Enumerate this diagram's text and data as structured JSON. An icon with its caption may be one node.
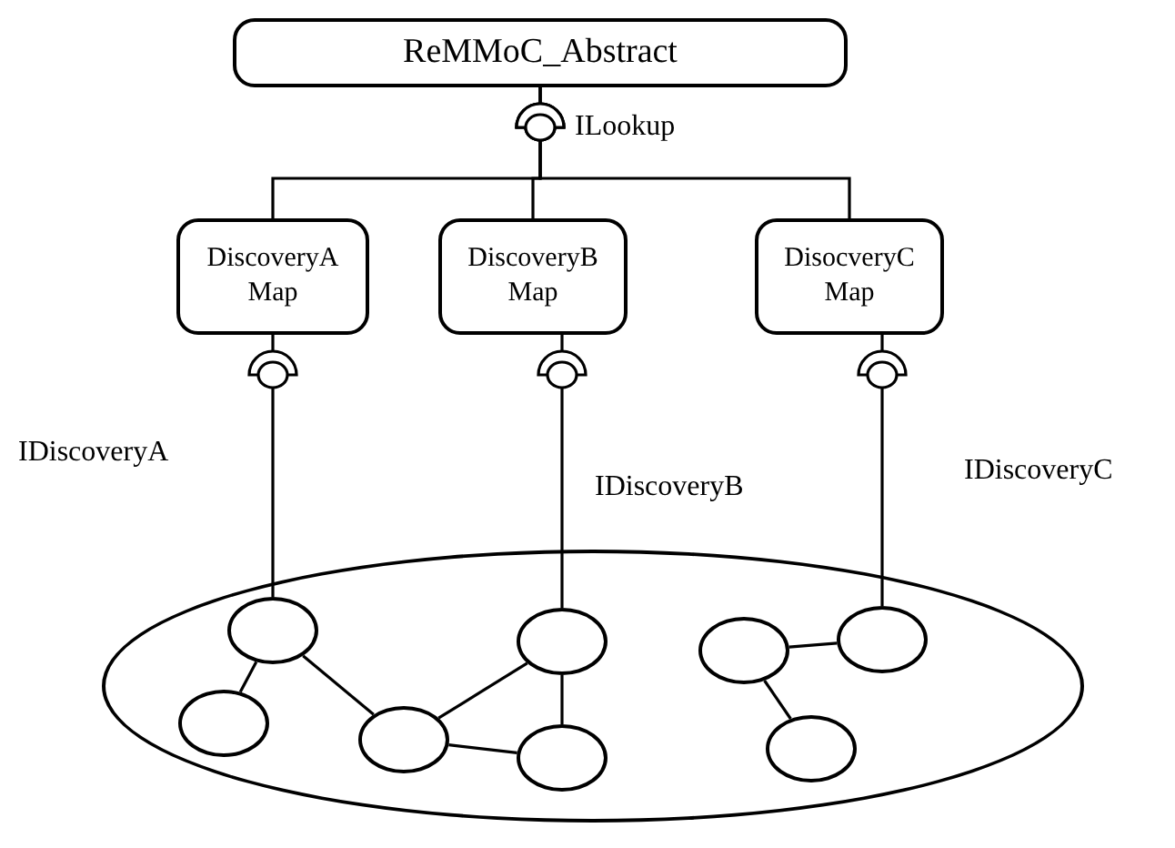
{
  "diagram": {
    "nodes": [
      {
        "text": [
          "ReMMoC_Abstract"
        ]
      },
      {
        "text": [
          "DiscoveryA Map"
        ]
      },
      {
        "text": [
          "DiscoveryB Map"
        ]
      },
      {
        "text": [
          "DisocveryC Map"
        ]
      },
      {
        "text": [],
        "shape": "circle"
      },
      {
        "text": [],
        "shape": "circle",
        "in": 4
      },
      {
        "text": [],
        "shape": "circle",
        "in": 4
      },
      {
        "text": [],
        "shape": "circle",
        "in": 4
      },
      {
        "text": [],
        "shape": "circle",
        "in": 4
      },
      {
        "text": [],
        "shape": "circle",
        "in": 4
      },
      {
        "text": [],
        "shape": "circle",
        "in": 4
      },
      {
        "text": [],
        "shape": "circle",
        "in": 4
      },
      {
        "text": [],
        "shape": "circle",
        "in": 4
      }
    ],
    "edges": [
      {
        "from": 1,
        "to": 0,
        "arrow": "other"
      },
      {
        "from": 2,
        "to": 0,
        "arrow": "other"
      },
      {
        "from": 3,
        "to": 0,
        "arrow": "other"
      },
      {
        "from": 5,
        "to": 1,
        "arrow": "other"
      },
      {
        "from": 8,
        "to": 2,
        "arrow": "other"
      },
      {
        "from": 11,
        "to": 3,
        "arrow": "other"
      },
      {
        "from": 5,
        "to": 6,
        "arrow": "none"
      },
      {
        "from": 5,
        "to": 7,
        "arrow": "none"
      },
      {
        "from": 7,
        "to": 8,
        "arrow": "none"
      },
      {
        "from": 7,
        "to": 9,
        "arrow": "none"
      },
      {
        "from": 8,
        "to": 9,
        "arrow": "none"
      },
      {
        "from": 10,
        "to": 11,
        "arrow": "none"
      },
      {
        "from": 10,
        "to": 12,
        "arrow": "none"
      }
    ],
    "labels": [
      "ILookup",
      "IDiscoveryA",
      "IDiscoveryB",
      "IDiscoveryC"
    ]
  }
}
